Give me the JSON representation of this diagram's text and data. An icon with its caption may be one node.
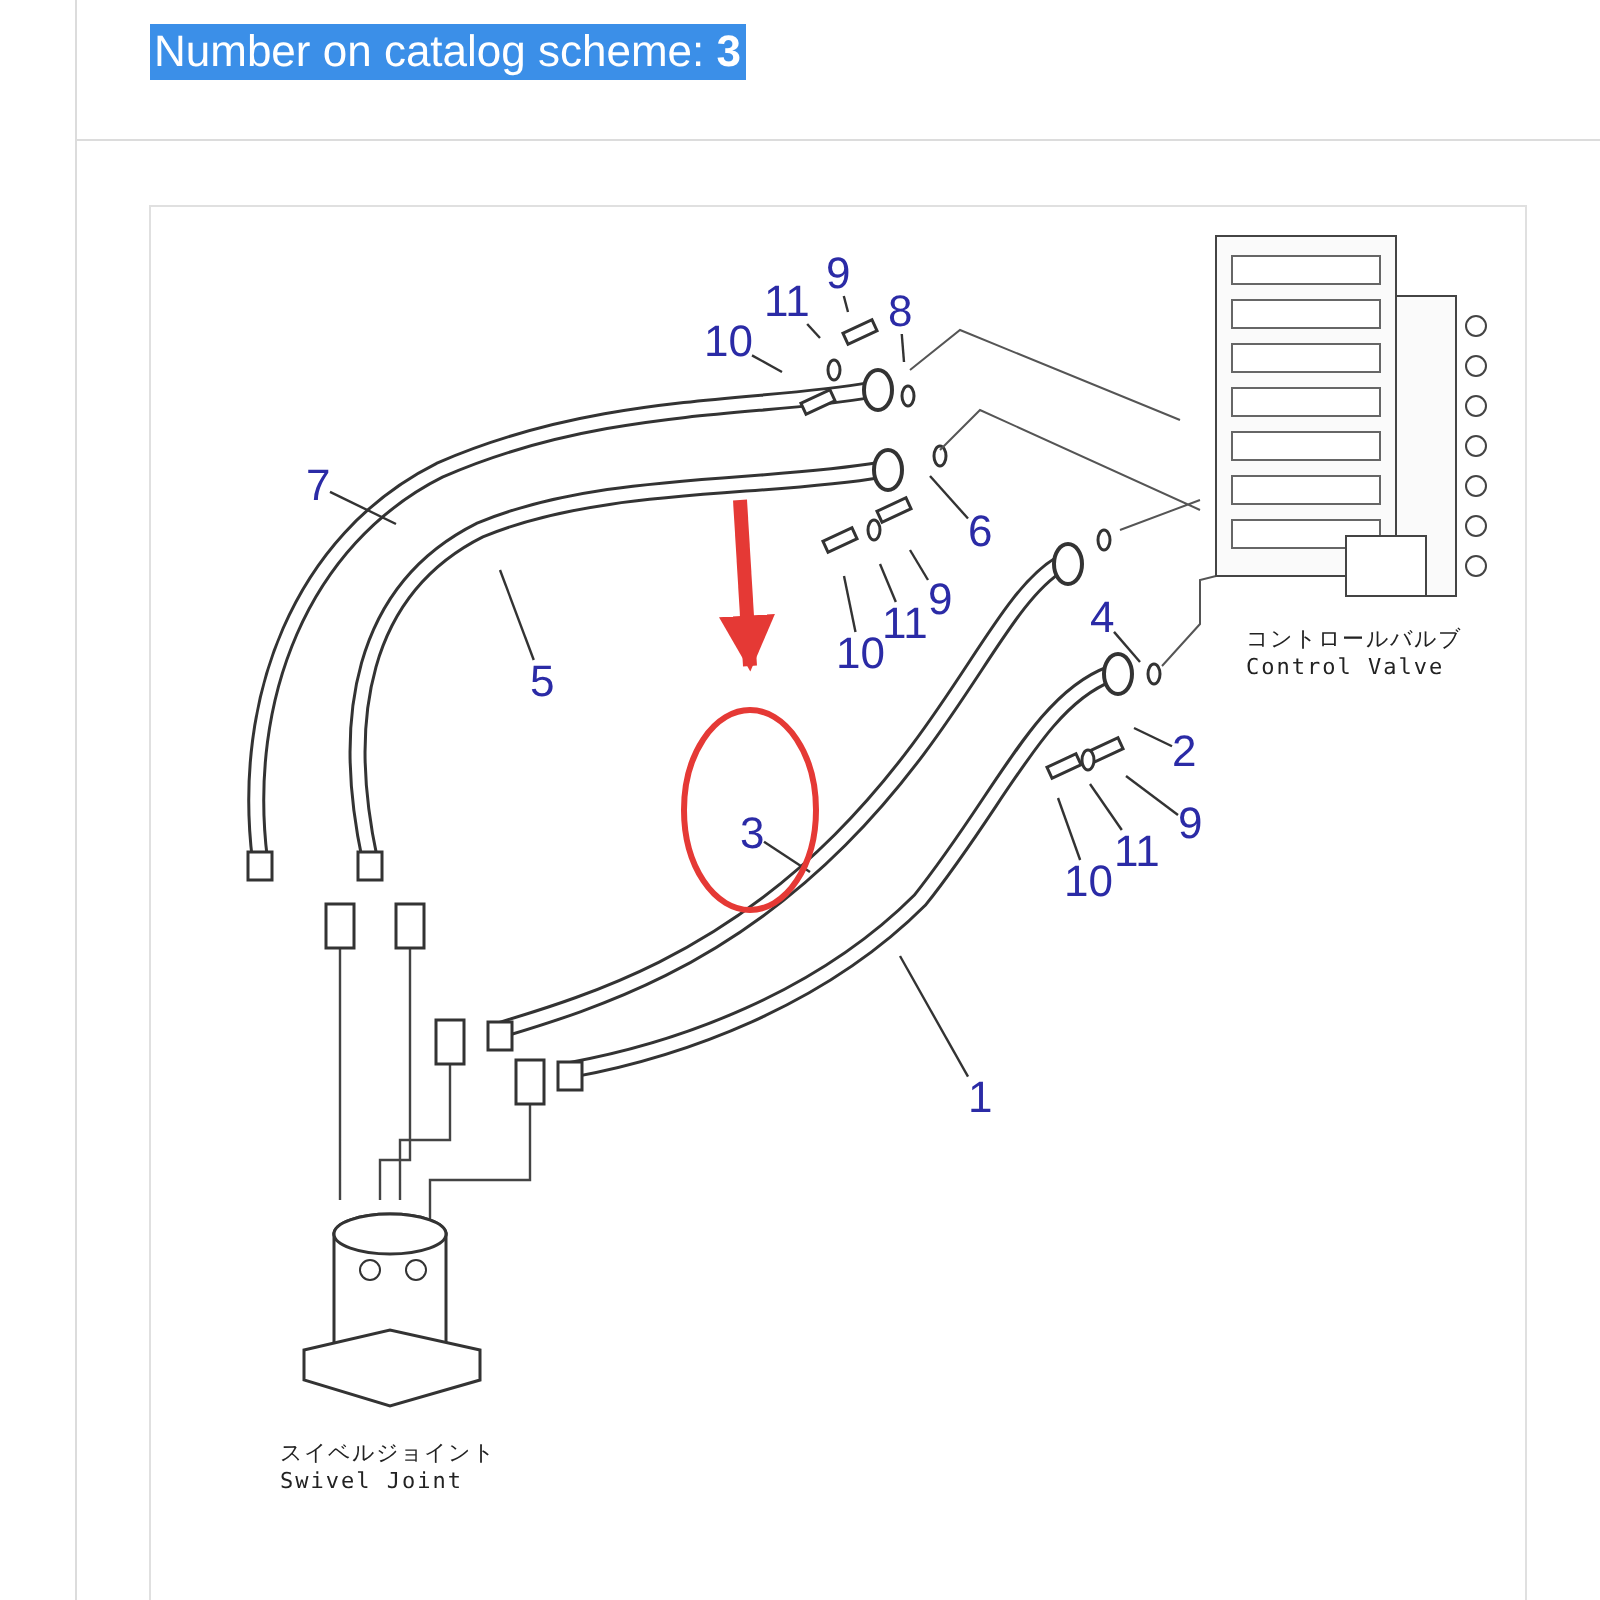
{
  "diagram": {
    "title": "Number on catalog scheme: **3**",
    "nodes": [
      {
        "text": [
          "10"
        ]
      },
      {
        "text": [
          "11"
        ]
      },
      {
        "text": [
          "9"
        ]
      },
      {
        "text": [
          "8"
        ]
      },
      {
        "text": [],
        "shape": "picture",
        "beside": [
          "コントロールバルブ",
          "Control Valve"
        ]
      },
      {
        "text": [
          "7"
        ]
      },
      {
        "text": [
          "5"
        ]
      },
      {
        "text": [
          "6"
        ]
      },
      {
        "text": [
          "10"
        ]
      },
      {
        "text": [
          "11"
        ]
      },
      {
        "text": [
          "9"
        ]
      },
      {
        "text": [
          "4"
        ]
      },
      {
        "text": [
          "2"
        ]
      },
      {
        "text": [
          "3"
        ]
      },
      {
        "text": [
          "10"
        ]
      },
      {
        "text": [
          "11"
        ]
      },
      {
        "text": [
          "9"
        ]
      },
      {
        "text": [
          "1"
        ]
      },
      {
        "text": [],
        "shape": "picture",
        "beside": [
          "スイベルジョイント",
          "Swivel Joint"
        ]
      }
    ],
    "edges": [
      {
        "from": 0,
        "to": null,
        "arrow": "none"
      },
      {
        "from": 1,
        "to": null,
        "arrow": "none"
      },
      {
        "from": 2,
        "to": null,
        "arrow": "none"
      },
      {
        "from": 3,
        "to": null,
        "arrow": "none"
      },
      {
        "from": 5,
        "to": null,
        "arrow": "none"
      },
      {
        "from": 6,
        "to": null,
        "arrow": "none"
      },
      {
        "from": 7,
        "to": null,
        "arrow": "none"
      },
      {
        "from": 8,
        "to": null,
        "arrow": "none"
      },
      {
        "from": 9,
        "to": null,
        "arrow": "none"
      },
      {
        "from": 10,
        "to": null,
        "arrow": "none"
      },
      {
        "from": 11,
        "to": null,
        "arrow": "none"
      },
      {
        "from": 12,
        "to": null,
        "arrow": "none"
      },
      {
        "from": 13,
        "to": null,
        "arrow": "none"
      },
      {
        "from": 14,
        "to": null,
        "arrow": "none"
      },
      {
        "from": 15,
        "to": null,
        "arrow": "none"
      },
      {
        "from": 16,
        "to": null,
        "arrow": "none"
      },
      {
        "from": 17,
        "to": null,
        "arrow": "none"
      },
      {
        "from": null,
        "to": 13,
        "arrow": "to",
        "style": "thick",
        "color": "#e53935"
      }
    ]
  }
}
